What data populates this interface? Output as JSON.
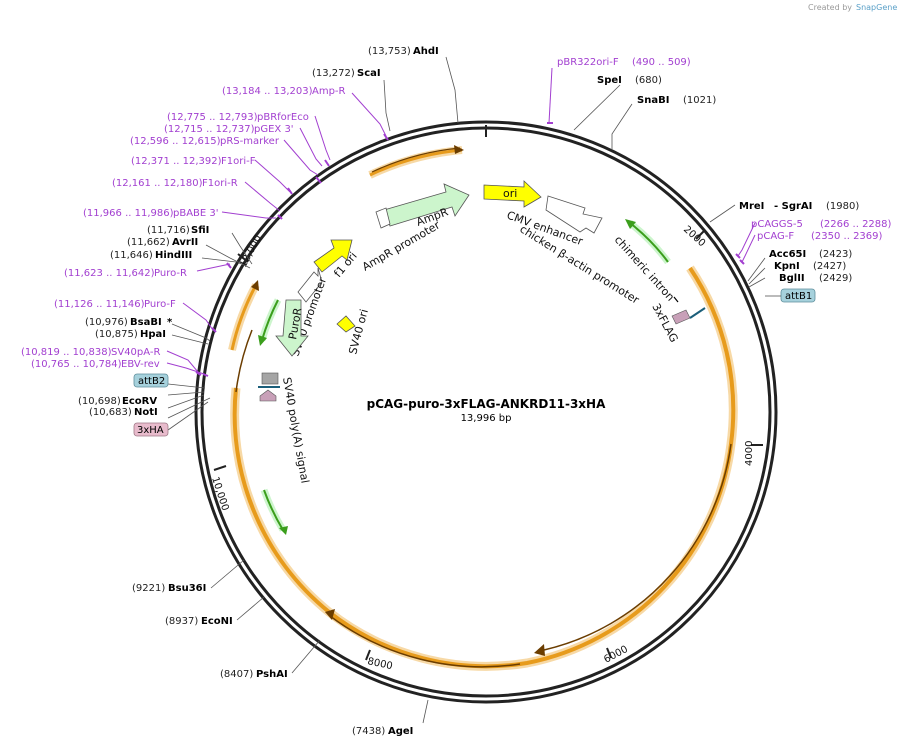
{
  "credit": {
    "prefix": "Created by",
    "brand": "SnapGene"
  },
  "plasmid": {
    "name": "pCAG-puro-3xFLAG-ANKRD11-3xHA",
    "size": "13,996 bp"
  },
  "ticks": [
    "2000",
    "4000",
    "6000",
    "8000",
    "10,000",
    "12,000"
  ],
  "enzymes": [
    {
      "name": "AhdI",
      "pos": "(13,753)"
    },
    {
      "name": "ScaI",
      "pos": "(13,272)"
    },
    {
      "name": "SpeI",
      "pos": "(680)"
    },
    {
      "name": "SnaBI",
      "pos": "(1021)"
    },
    {
      "name": "MreI",
      "pos": "(1980)",
      "extra": "- SgrAI"
    },
    {
      "name": "Acc65I",
      "pos": "(2423)"
    },
    {
      "name": "KpnI",
      "pos": "(2427)"
    },
    {
      "name": "BglII",
      "pos": "(2429)"
    },
    {
      "name": "SfiI",
      "pos": "(11,716)"
    },
    {
      "name": "AvrII",
      "pos": "(11,662)"
    },
    {
      "name": "HindIII",
      "pos": "(11,646)"
    },
    {
      "name": "BsaBI",
      "pos": "(10,976)",
      "extra": "*"
    },
    {
      "name": "HpaI",
      "pos": "(10,875)"
    },
    {
      "name": "EcoRV",
      "pos": "(10,698)"
    },
    {
      "name": "NotI",
      "pos": "(10,683)"
    },
    {
      "name": "Bsu36I",
      "pos": "(9221)"
    },
    {
      "name": "EcoNI",
      "pos": "(8937)"
    },
    {
      "name": "PshAI",
      "pos": "(8407)"
    },
    {
      "name": "AgeI",
      "pos": "(7438)"
    }
  ],
  "primers": [
    {
      "name": "pBR322ori-F",
      "range": "(490 .. 509)"
    },
    {
      "name": "Amp-R",
      "range": "(13,184 .. 13,203)"
    },
    {
      "name": "pBRforEco",
      "range": "(12,775 .. 12,793)"
    },
    {
      "name": "pGEX 3'",
      "range": "(12,715 .. 12,737)"
    },
    {
      "name": "pRS-marker",
      "range": "(12,596 .. 12,615)"
    },
    {
      "name": "F1ori-F",
      "range": "(12,371 .. 12,392)"
    },
    {
      "name": "F1ori-R",
      "range": "(12,161 .. 12,180)"
    },
    {
      "name": "pBABE 3'",
      "range": "(11,966 .. 11,986)"
    },
    {
      "name": "Puro-R",
      "range": "(11,623 .. 11,642)"
    },
    {
      "name": "Puro-F",
      "range": "(11,126 .. 11,146)"
    },
    {
      "name": "SV40pA-R",
      "range": "(10,819 .. 10,838)"
    },
    {
      "name": "EBV-rev",
      "range": "(10,765 .. 10,784)"
    },
    {
      "name": "pCAGGS-5",
      "range": "(2266 .. 2288)"
    },
    {
      "name": "pCAG-F",
      "range": "(2350 .. 2369)"
    }
  ],
  "boxes": {
    "attB1": "attB1",
    "attB2": "attB2",
    "ha": "3xHA"
  },
  "features": {
    "ori": "ori",
    "ampr": "AmpR",
    "ampr_promoter": "AmpR promoter",
    "f1ori": "f1 ori",
    "puror": "PuroR",
    "sv40_promoter": "SV40 promoter",
    "sv40_ori": "SV40 ori",
    "cmv": "CMV enhancer",
    "cba": "chicken β-actin promoter",
    "intron": "chimeric intron",
    "flag": "3xFLAG",
    "sv40pa": "SV40 poly(A) signal"
  },
  "colors": {
    "backbone": "#222222",
    "orf": "#e79b1c",
    "orf_glow": "#f7d9a6",
    "arrow_dark": "#6b3d00",
    "green": "#3b9e1c",
    "promoter_fill": "#ccf5cc",
    "ori_fill": "#ffff00",
    "primer": "#a23fd0",
    "attb_fill": "#a6d1dc",
    "ha_fill": "#e8bbcc",
    "flag_fill": "#c8a0b8",
    "polya_fill": "#a5a5a5"
  }
}
